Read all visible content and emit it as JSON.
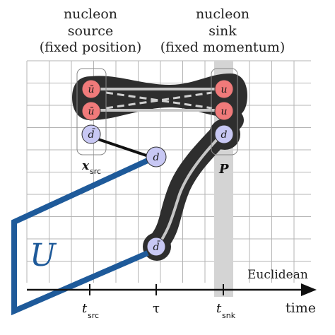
{
  "source_label": {
    "line1": "nucleon",
    "line2": "source",
    "line3": "(fixed position)"
  },
  "sink_label": {
    "line1": "nucleon",
    "line2": "sink",
    "line3": "(fixed momentum)"
  },
  "x_src_label": "x",
  "x_src_sub": "src",
  "momentum_label": "P",
  "axis_label_top": "Euclidean",
  "axis_label_bottom": "time",
  "tick_t_src": "t",
  "tick_t_src_sub": "src",
  "tick_tau": "τ",
  "tick_t_snk": "t",
  "tick_t_snk_sub": "snk",
  "wilson_line_label": "U",
  "quarks": {
    "src_u1": "ū",
    "src_u2": "ū",
    "src_d": "d̄",
    "snk_u1": "u",
    "snk_u2": "u",
    "snk_d": "d",
    "mid_d": "d",
    "low_dbar": "d̄"
  },
  "colors": {
    "u_quark": "#f07a7a",
    "d_quark": "#c8c8f4",
    "gluon_tube": "#2e2e2e",
    "wilson_line": "#1e5a9a",
    "sink_band": "#d4d4d4",
    "grid": "#b4b4b4"
  }
}
